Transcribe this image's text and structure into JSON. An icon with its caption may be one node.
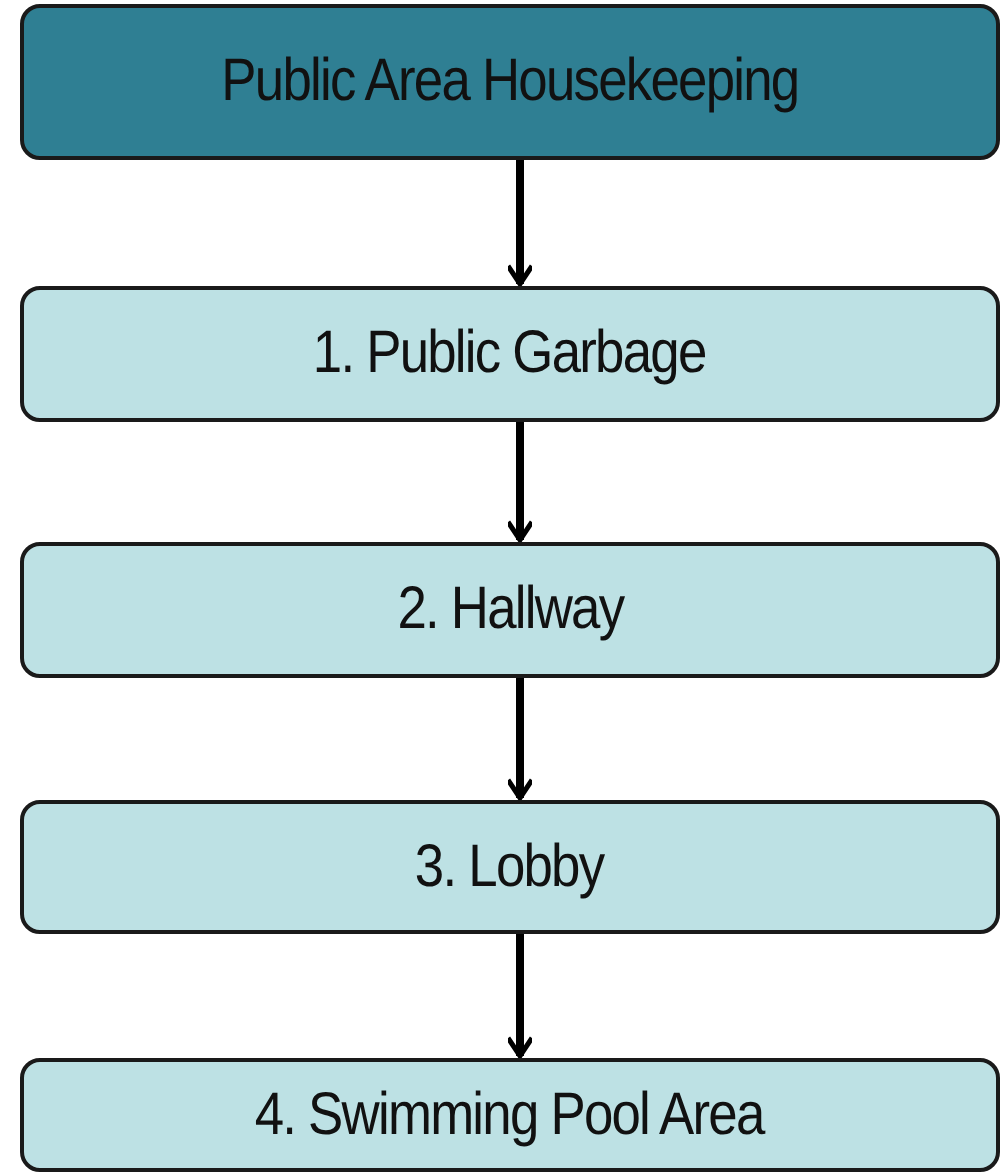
{
  "diagram": {
    "nodes": [
      {
        "text": [
          "Public Area Housekeeping"
        ]
      },
      {
        "text": [
          "1. Public Garbage"
        ]
      },
      {
        "text": [
          "2. Hallway"
        ]
      },
      {
        "text": [
          "3. Lobby"
        ]
      },
      {
        "text": [
          "4. Swimming Pool Area"
        ]
      }
    ],
    "edges": [
      {
        "from": 0,
        "to": 1,
        "arrow": "to"
      },
      {
        "from": 1,
        "to": 2,
        "arrow": "to"
      },
      {
        "from": 2,
        "to": 3,
        "arrow": "to"
      },
      {
        "from": 3,
        "to": 4,
        "arrow": "to"
      }
    ]
  }
}
